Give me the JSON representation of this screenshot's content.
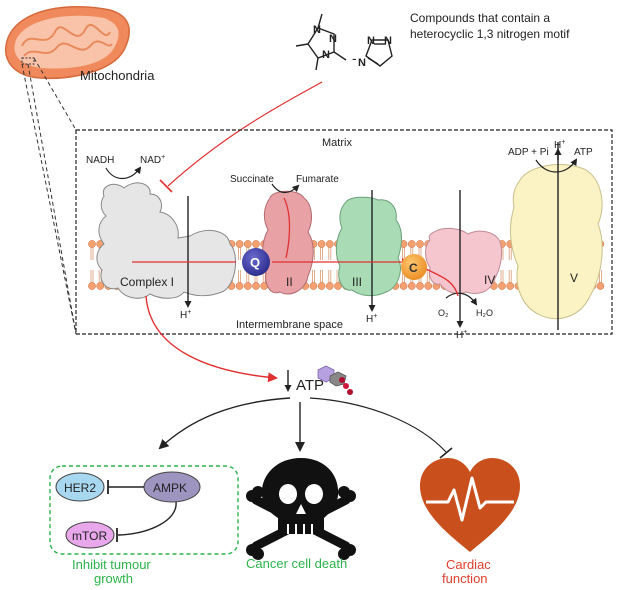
{
  "header": {
    "compound_note_line1": "Compounds that contain a",
    "compound_note_line2": "heterocyclic 1,3 nitrogen motif",
    "methyl_dash": "-"
  },
  "mitochondria": {
    "label": "Mitochondria"
  },
  "membrane": {
    "matrix_label": "Matrix",
    "intermembrane_label": "Intermembrane space",
    "nadh": "NADH",
    "nad": "NAD",
    "nad_superscript": "+",
    "succinate": "Succinate",
    "fumarate": "Fumarate",
    "adp_pi": "ADP + Pi",
    "atp_top": "ATP",
    "h": "H",
    "h_superscript": "+",
    "o2": "O₂",
    "h2o": "H₂O",
    "complexes": {
      "complex_1": "Complex I",
      "complex_2": "II",
      "complex_3": "III",
      "complex_4": "IV",
      "complex_5": "V",
      "q": "Q",
      "c": "C"
    }
  },
  "outcomes": {
    "atp_label": "ATP",
    "her2": "HER2",
    "ampk": "AMPK",
    "mtor": "mTOR",
    "inhibit_line1": "Inhibit tumour",
    "inhibit_line2": "growth",
    "cancer_death": "Cancer cell death",
    "cardiac_line1": "Cardiac",
    "cardiac_line2": "function"
  },
  "colors": {
    "mito_outer": "#f08a5d",
    "mito_inner": "#f8c3a8",
    "lipid_head": "#f4a070",
    "complex_1": "#e6e6e6",
    "complex_2": "#e8a2a6",
    "complex_3": "#a9dcb4",
    "complex_4": "#f6c6cf",
    "complex_5": "#fbf3c4",
    "q_circle": "#3a3a9e",
    "c_circle": "#f5a13a",
    "red_arrow": "#e03030",
    "her2_fill": "#a8d8f0",
    "ampk_fill": "#9d95c0",
    "mtor_fill": "#e7a7ea",
    "green_text": "#2bb34a",
    "cardiac_red": "#e0402f",
    "heart_fill": "#c9501c"
  }
}
